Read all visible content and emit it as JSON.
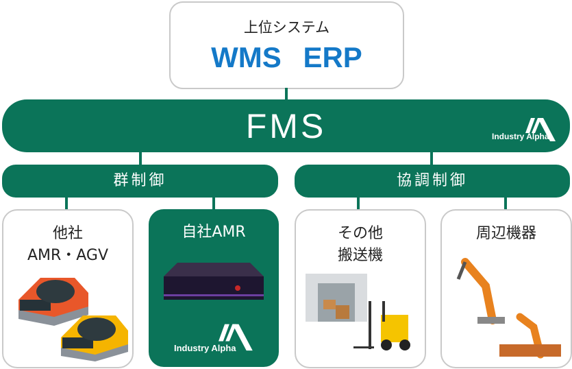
{
  "upper_system": {
    "title": "上位システム",
    "systems": "WMS ERP"
  },
  "fms": {
    "label": "FMS",
    "logo": "Industry Alpha"
  },
  "groups": [
    {
      "label": "群制御"
    },
    {
      "label": "協調制御"
    }
  ],
  "cards": [
    {
      "line1": "他社",
      "line2": "AMR・AGV"
    },
    {
      "line1": "自社AMR",
      "logo": "Industry Alpha"
    },
    {
      "line1": "その他",
      "line2": "搬送機"
    },
    {
      "line1": "周辺機器"
    }
  ],
  "colors": {
    "brand_green": "#0b7459",
    "accent_blue": "#1479c8"
  }
}
